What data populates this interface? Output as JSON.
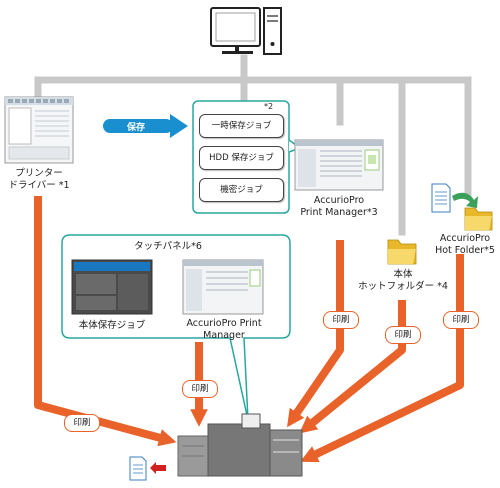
{
  "printer_driver": {
    "label_line1": "プリンター",
    "label_line2": "ドライバー *1"
  },
  "save_arrow": {
    "label": "保存"
  },
  "job_box": {
    "footnote": "*2",
    "buttons": [
      "一時保存ジョブ",
      "HDD 保存ジョブ",
      "機密ジョブ"
    ]
  },
  "print_manager": {
    "label_line1": "AccurioPro",
    "label_line2": "Print Manager*3"
  },
  "main_hot_folder": {
    "label_line1": "本体",
    "label_line2": "ホットフォルダー *4"
  },
  "accurio_hot_folder": {
    "label_line1": "AccurioPro",
    "label_line2": "Hot Folder*5"
  },
  "touch_panel": {
    "title": "タッチパネル*6",
    "left_label": "本体保存ジョブ",
    "right_label_line1": "AccurioPro Print",
    "right_label_line2": "Manager"
  },
  "print_label": "印刷",
  "colors": {
    "orange": "#e8622a",
    "blue": "#1a8fd0",
    "teal": "#2aa6a0",
    "network": "#c8c8c8"
  }
}
